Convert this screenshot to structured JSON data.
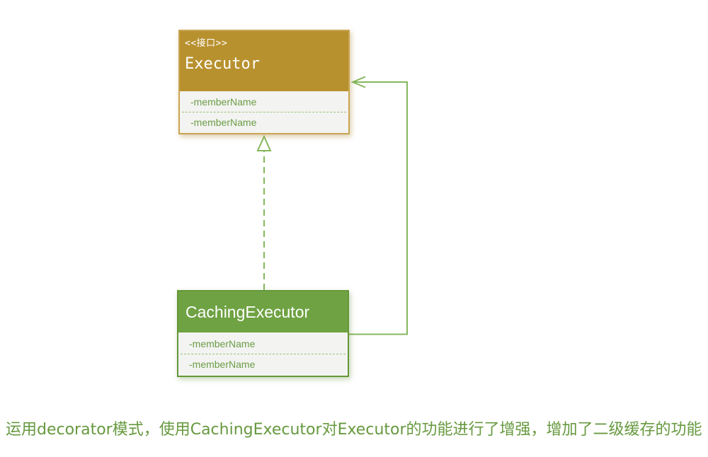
{
  "diagram": {
    "interface_box": {
      "stereotype": "<<接口>>",
      "title": "Executor",
      "members": [
        "-memberName",
        "-memberName"
      ]
    },
    "class_box": {
      "title": "CachingExecutor",
      "members": [
        "-memberName",
        "-memberName"
      ]
    },
    "relations": [
      {
        "type": "realization",
        "from": "CachingExecutor",
        "to": "Executor",
        "line": "dashed",
        "arrowhead": "hollow-triangle"
      },
      {
        "type": "association",
        "from": "CachingExecutor",
        "to": "Executor",
        "line": "solid",
        "arrowhead": "open"
      }
    ],
    "caption": "运用decorator模式，使用CachingExecutor对Executor的功能进行了增强，增加了二级缓存的功能",
    "colors": {
      "interface_header": "#B8912F",
      "interface_border": "#C9A452",
      "class_header": "#6FA243",
      "class_border": "#659738",
      "body_background": "#F3F3F1",
      "member_text": "#6B9D47",
      "divider": "#9CC47C",
      "connector": "#85B75C",
      "caption_text": "#67993F"
    }
  }
}
